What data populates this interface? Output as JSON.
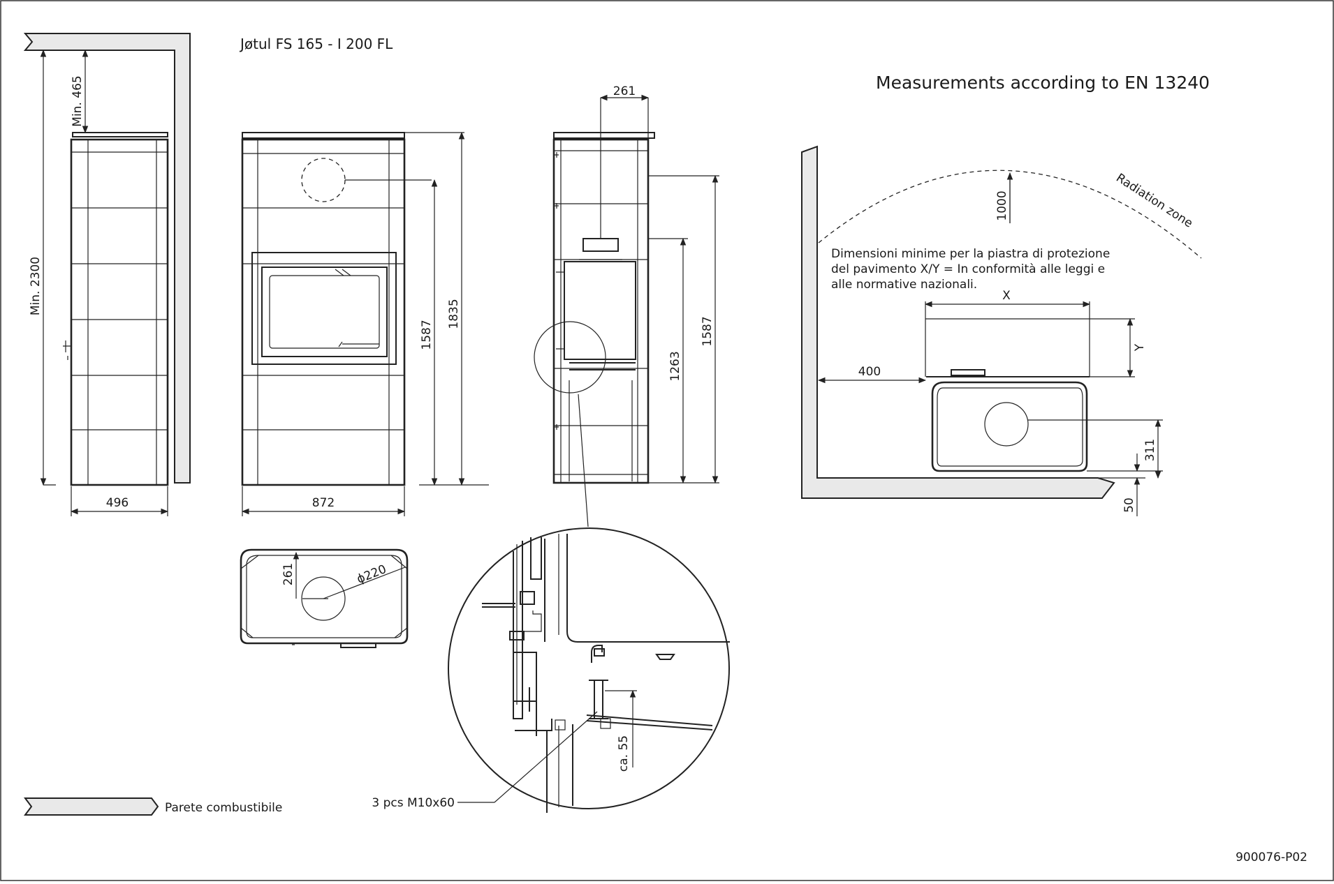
{
  "drawing": {
    "title": "Jøtul FS 165 - I 200 FL",
    "measure_title": "Measurements according to EN 13240",
    "radiation_zone": "Radiation zone",
    "note_lines": [
      "Dimensioni minime per la piastra di protezione",
      "del pavimento X/Y = In conformità alle leggi e",
      "alle normative nazionali."
    ],
    "legend_label": "Parete combustibile",
    "bolt_label": "3 pcs M10x60",
    "drawing_number": "900076-P02"
  },
  "dimensions": {
    "min_465": "Min. 465",
    "min_2300": "Min. 2300",
    "d496": "496",
    "d872": "872",
    "d1587_front": "1587",
    "d1835": "1835",
    "d261_top": "261",
    "d1263": "1263",
    "d1587_side": "1587",
    "d261_plan": "261",
    "phi220": "ϕ220",
    "ca55": "ca. 55",
    "d1000": "1000",
    "x": "X",
    "y": "Y",
    "d400": "400",
    "d311": "311",
    "d50": "50"
  }
}
